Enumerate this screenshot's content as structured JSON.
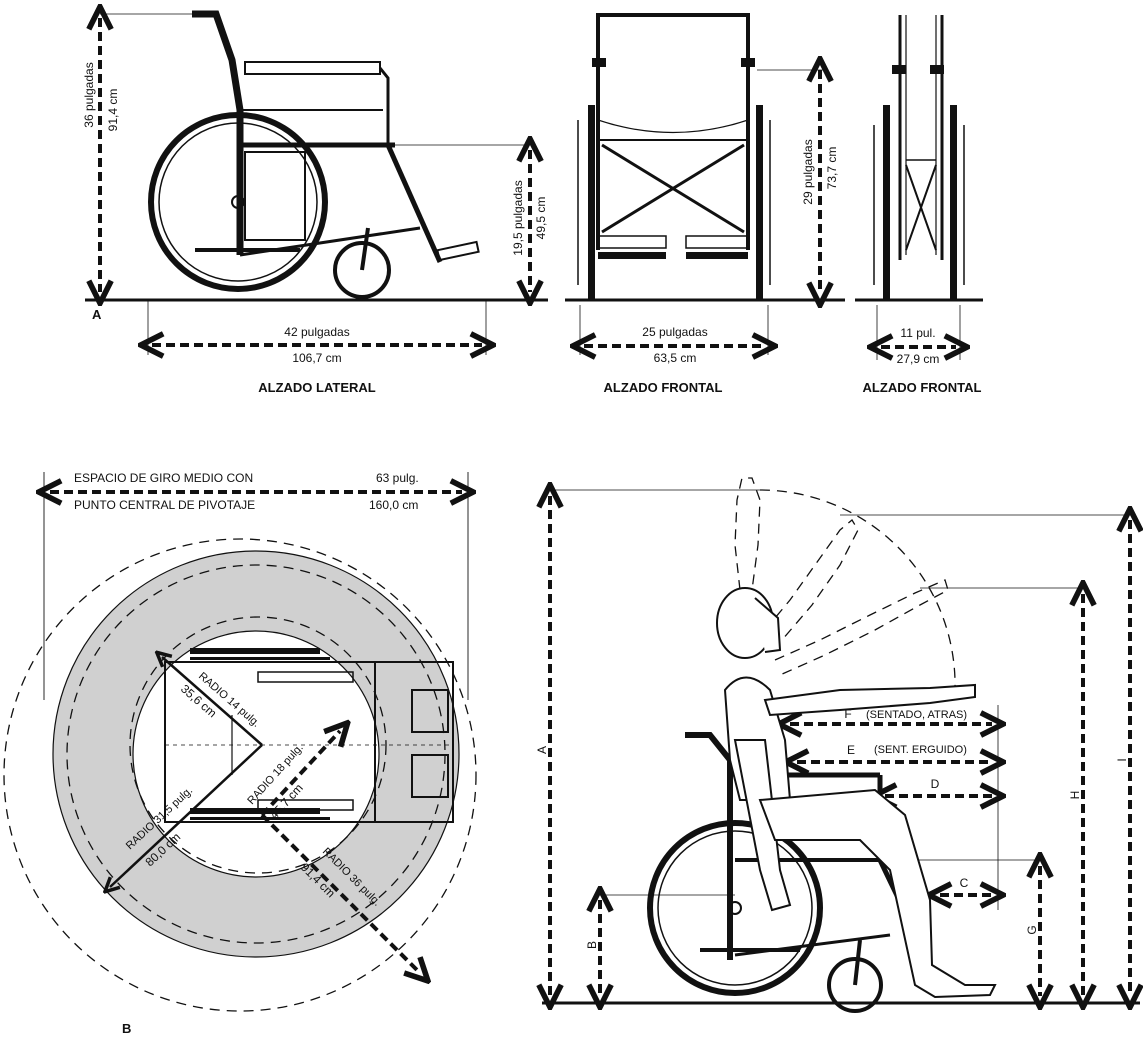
{
  "panel_a": {
    "label": "A",
    "side": {
      "height_in": "36 pulgadas",
      "height_cm": "91,4 cm",
      "seat_in": "19,5 pulgadas",
      "seat_cm": "49,5 cm",
      "length_in": "42 pulgadas",
      "length_cm": "106,7 cm",
      "caption": "ALZADO LATERAL"
    },
    "front": {
      "height_in": "29 pulgadas",
      "height_cm": "73,7 cm",
      "width_in": "25 pulgadas",
      "width_cm": "63,5 cm",
      "caption": "ALZADO FRONTAL"
    },
    "folded": {
      "width_in": "11 pul.",
      "width_cm": "27,9 cm",
      "caption": "ALZADO FRONTAL"
    }
  },
  "panel_b": {
    "label": "B",
    "title_line1": "ESPACIO DE GIRO MEDIO CON",
    "title_line2": "PUNTO CENTRAL DE PIVOTAJE",
    "total_in": "63 pulg.",
    "total_cm": "160,0 cm",
    "r14_label": "RADIO 14 pulg.",
    "r14_cm": "35,6 cm",
    "r18_label": "RADIO 18 pulg.",
    "r18_cm": "45,7 cm",
    "r315_label": "RADIO 31,5 pulg.",
    "r315_cm": "80,0 cm",
    "r36_label": "RADIO 36 pulg.",
    "r36_cm": "91,4 cm"
  },
  "panel_c": {
    "dim_a": "A",
    "dim_b": "B",
    "dim_c": "C",
    "dim_d": "D",
    "dim_e": "E",
    "dim_e_note": "(SENT. ERGUIDO)",
    "dim_f": "F",
    "dim_f_note": "(SENTADO, ATRAS)",
    "dim_g": "G",
    "dim_h": "H",
    "dim_i": "I"
  }
}
